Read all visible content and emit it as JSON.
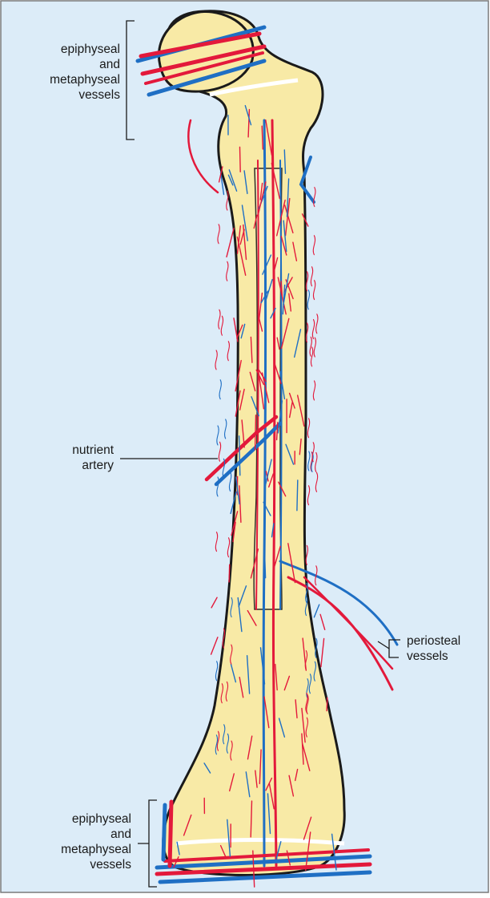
{
  "labels": {
    "top_epiphyseal": {
      "lines": [
        "epiphyseal",
        "and",
        "metaphyseal",
        "vessels"
      ]
    },
    "nutrient_artery": {
      "lines": [
        "nutrient",
        "artery"
      ]
    },
    "periosteal": {
      "lines": [
        "periosteal",
        "vessels"
      ]
    },
    "bottom_epiphyseal": {
      "lines": [
        "epiphyseal",
        "and",
        "metaphyseal",
        "vessels"
      ]
    }
  },
  "colors": {
    "background": "#dcecf8",
    "bone": "#f8eaa6",
    "outline": "#1a1a1a",
    "artery": "#e3193b",
    "vein": "#1f6fc4"
  }
}
